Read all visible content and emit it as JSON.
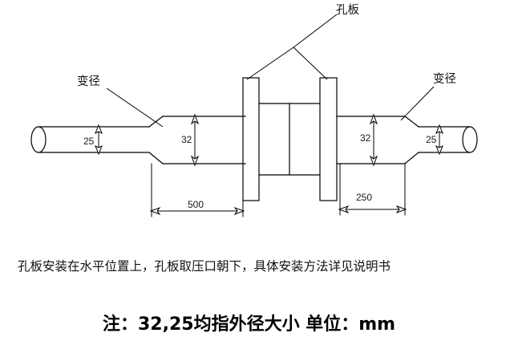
{
  "diagram": {
    "title_labels": {
      "orifice_plate": "孔板",
      "reducer_left": "变径",
      "reducer_right": "变径"
    },
    "dimensions": {
      "left_pipe_diameter": "25",
      "left_large_diameter": "32",
      "right_large_diameter": "32",
      "right_pipe_diameter": "25",
      "upstream_length": "500",
      "downstream_length": "250"
    }
  },
  "notes": {
    "installation_note": "孔板安装在水平位置上，孔板取压口朝下，具体安装方法详见说明书",
    "unit_note": "注：32,25均指外径大小    单位：mm"
  }
}
